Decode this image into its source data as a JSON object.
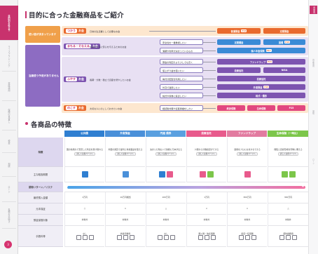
{
  "left_tabs": [
    {
      "label": "目的別お役立ち"
    },
    {
      "label": "ライフプランニング"
    },
    {
      "label": "資産運用"
    },
    {
      "label": "保険の見直し"
    },
    {
      "label": "税金"
    },
    {
      "label": "相続"
    },
    {
      "label": "ローン"
    },
    {
      "label": "各種お手続き"
    }
  ],
  "page_number": "3",
  "right_tabs": [
    {
      "label": "商品案内"
    },
    {
      "label": "資産運用"
    },
    {
      "label": "保険"
    },
    {
      "label": "ローン"
    }
  ],
  "section1": {
    "title": "目的に合った金融商品をご紹介",
    "needs": [
      {
        "label": "使い道が決まっています"
      },
      {
        "label": "当面使う予定がありません"
      }
    ],
    "categories": [
      {
        "tag": "つかう",
        "suffix": "お金",
        "desc": "日常の生活費として必要なお金"
      },
      {
        "tag": "まもる・そなえる",
        "suffix": "お金",
        "desc": "将来の生活に安心を与えるためのお金"
      },
      {
        "tag": "ふやす",
        "suffix": "お金",
        "desc": "長期・分散・積立で資産を増やしたいお金"
      },
      {
        "tag": "のこす",
        "suffix": "お金",
        "desc": "大切な人にのこしておきたいお金"
      }
    ],
    "questions": [
      "安全性を一番重視したい",
      "満期や利率が決まっているもの",
      "預金の利回りより少しでも高く",
      "値上がり益を狙いたい",
      "毎月分配型を利用したい",
      "外貨で運用したい",
      "株式や債券に投資したい",
      "相続税対策や資産承継をしたい"
    ],
    "results": [
      "普通預金",
      "定期預金",
      "定期積金",
      "国債",
      "個人年金保険",
      "外貨預金",
      "ファンドラップ",
      "投資信託",
      "NISA",
      "株式・債券",
      "終身保険",
      "生命保険"
    ],
    "page_refs": [
      "P13",
      "P15",
      "P17",
      "P21",
      "P23",
      "P25"
    ]
  },
  "section2": {
    "title": "各商品の特徴",
    "columns": [
      {
        "label": "公共債",
        "color": "#2f7fd1"
      },
      {
        "label": "外貨預金",
        "color": "#4a90d9"
      },
      {
        "label": "円建 債券",
        "color": "#5aa0e0"
      },
      {
        "label": "投資信託",
        "color": "#e85a8c"
      },
      {
        "label": "ファンドラップ",
        "color": "#e27ba0"
      },
      {
        "label": "生命保険（一時払）",
        "color": "#7cc64a"
      }
    ],
    "rows": [
      {
        "label": "特徴"
      },
      {
        "label": "主な取扱期間"
      },
      {
        "label": "期待リターン／リスク"
      },
      {
        "label": "最低預入金額"
      },
      {
        "label": "元本保証"
      },
      {
        "label": "預金保険対象"
      },
      {
        "label": "手数料等"
      }
    ],
    "feature_text": [
      "国の信用力で安定した利息を受け取れる",
      "外国の通貨で金利と為替差益を狙える",
      "決まった利払いで満期に元本が戻る",
      "少額から分散投資ができる",
      "運用をプロにおまかせできる",
      "保障と資産形成を同時に備える"
    ],
    "feature_pill": "詳しくは各ページへ",
    "risk_low": "低",
    "risk_high": "高",
    "min_amount": [
      "1万円",
      "10万円相当",
      "100万円",
      "1万円",
      "300万円",
      "300万円"
    ],
    "principal": [
      "○",
      "×",
      "△",
      "×",
      "×",
      "△"
    ],
    "deposit_insurance": [
      "対象外",
      "対象外",
      "対象外",
      "対象外",
      "対象外",
      "対象外"
    ],
    "fees": [
      "なし",
      "為替手数料",
      "なし",
      "購入時・信託報酬",
      "投資一任報酬",
      "契約諸費用"
    ]
  },
  "colors": {
    "accent": "#c8326d",
    "orange": "#e96a2e",
    "purple": "#7d54b0",
    "blue": "#3a8ad6",
    "need_band": "#f6c38a",
    "purple_band": "#8d6cc2"
  }
}
